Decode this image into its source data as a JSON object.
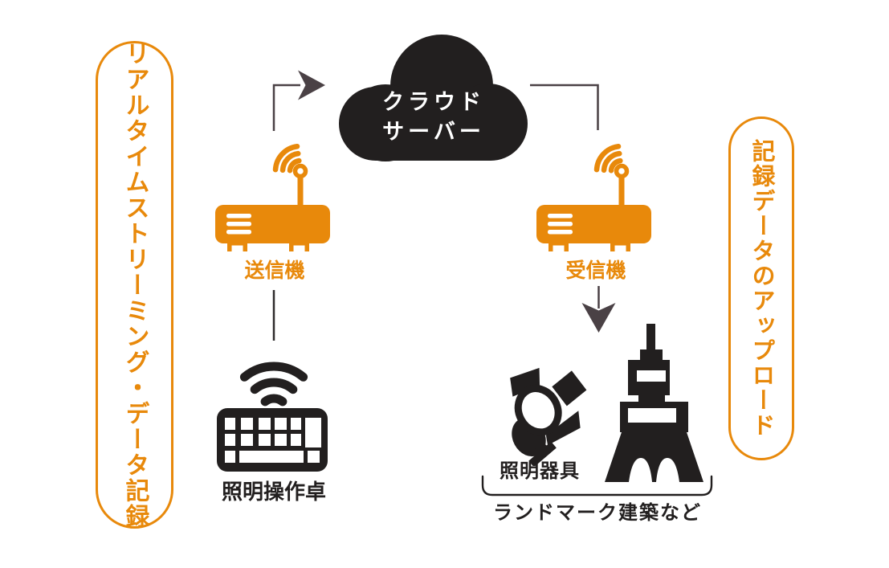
{
  "colors": {
    "orange": "#E8890B",
    "icon_black": "#221F1F",
    "arrow_gray": "#4A4145",
    "background": "#FFFFFF"
  },
  "left_banner": {
    "label": "リアルタイムストリーミング・データ記録"
  },
  "right_banner": {
    "label": "記録データのアップロード"
  },
  "cloud": {
    "icon": "cloud-icon",
    "label_line1": "クラウド",
    "label_line2": "サーバー"
  },
  "transmitter": {
    "icon": "wireless-router-icon",
    "label": "送信機"
  },
  "receiver": {
    "icon": "wireless-router-icon",
    "label": "受信機"
  },
  "lighting_console": {
    "icon": "wireless-keyboard-icon",
    "label": "照明操作卓"
  },
  "lighting_fixture": {
    "icon": "stage-light-icon",
    "label": "照明器具"
  },
  "landmark": {
    "icon": "tower-icon",
    "label": "ランドマーク建築など"
  }
}
